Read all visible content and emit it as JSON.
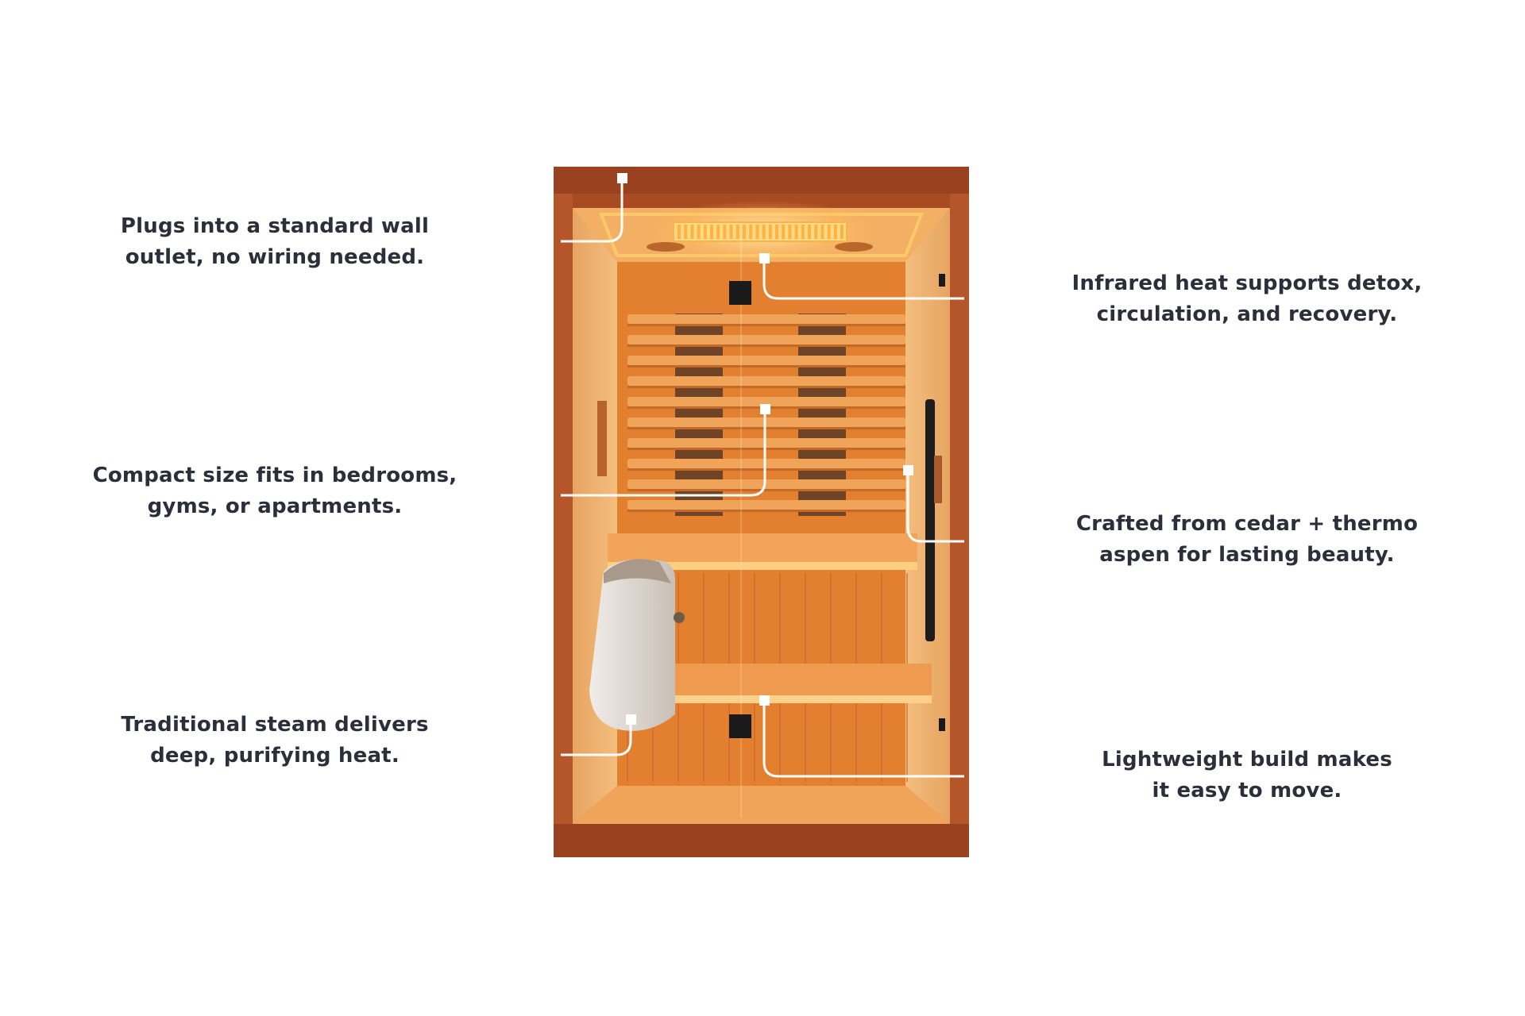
{
  "features": [
    {
      "id": "wall-outlet",
      "lines": [
        "Plugs into a standard wall",
        "outlet, no wiring needed."
      ]
    },
    {
      "id": "compact-size",
      "lines": [
        "Compact size fits in bedrooms,",
        "gyms, or apartments."
      ]
    },
    {
      "id": "traditional-steam",
      "lines": [
        "Traditional steam delivers",
        "deep, purifying heat."
      ]
    },
    {
      "id": "infrared-heat",
      "lines": [
        "Infrared heat supports detox,",
        "circulation, and recovery."
      ]
    },
    {
      "id": "cedar-aspen",
      "lines": [
        "Crafted from cedar + thermo",
        "aspen for lasting beauty."
      ]
    },
    {
      "id": "lightweight",
      "lines": [
        "Lightweight build makes",
        "it easy to move."
      ]
    }
  ],
  "colors": {
    "text": "#2b2f3a",
    "frame": "#a84a22",
    "frame_dark": "#7e3414",
    "interior": "#e8822e",
    "interior_light": "#f6a94c",
    "glow": "#ffd27a",
    "callout": "#ffffff",
    "heater": "#d8d4cf"
  },
  "icons": [
    "callout-marker"
  ]
}
